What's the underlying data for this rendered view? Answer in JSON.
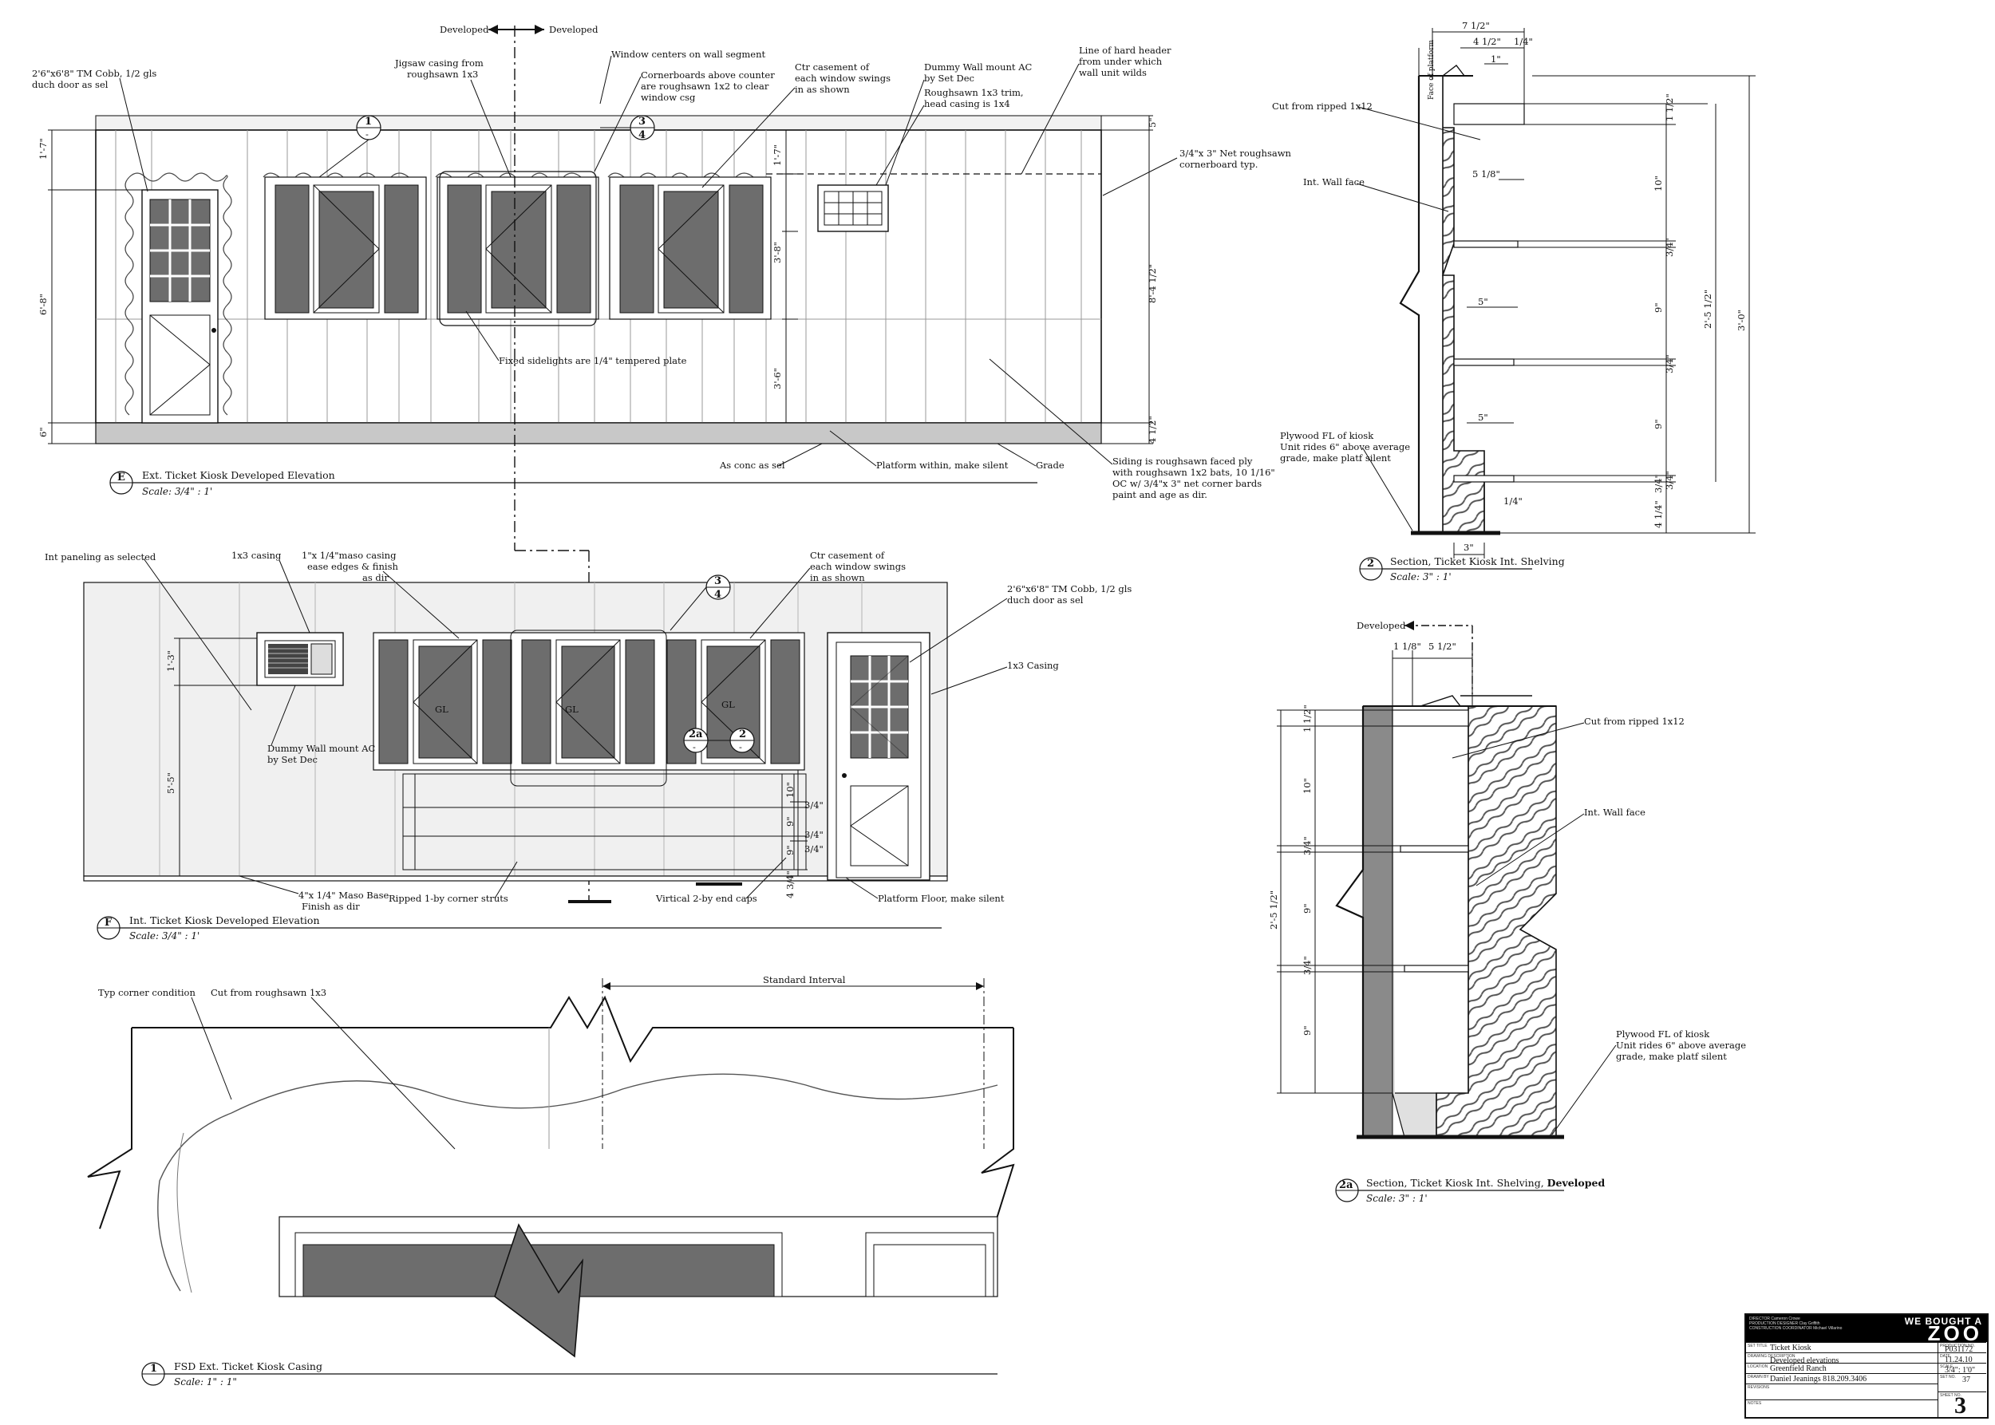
{
  "elevation_e": {
    "bubble": "E",
    "title": "Ext. Ticket Kiosk Developed Elevation",
    "scale": "Scale:  3/4\" : 1'",
    "notes": {
      "door": [
        "2'6\"x6'8\" TM Cobb, 1/2 gls",
        "duch door as sel"
      ],
      "jigsaw": [
        "Jigsaw casing from",
        "roughsawn 1x3"
      ],
      "window_centers": "Window centers on wall segment",
      "cornerboards": [
        "Cornerboards above counter",
        "are roughsawn 1x2 to clear",
        "window csg"
      ],
      "ctr_casement": [
        "Ctr casement of",
        "each window swings",
        "in as shown"
      ],
      "dummy_ac": [
        "Dummy Wall mount AC",
        "by Set Dec"
      ],
      "roughsawn_trim": [
        "Roughsawn 1x3 trim,",
        "head casing is 1x4"
      ],
      "header": [
        "Line of hard header",
        "from under which",
        "wall unit wilds"
      ],
      "cornerboard_net": [
        "3/4\"x 3\" Net roughsawn",
        "cornerboard typ."
      ],
      "sidelights": "Fixed sidelights are  1/4\" tempered plate",
      "conc": "As conc as sel",
      "platform": "Platform within, make silent",
      "grade": "Grade",
      "siding": [
        "Siding is roughsawn faced ply",
        "with roughsawn 1x2 bats, 10 1/16\"",
        "OC w/ 3/4\"x 3\" net corner bards",
        "paint and age as dir."
      ]
    },
    "dims": {
      "d1": "1'-7\"",
      "d2": "6'-8\"",
      "d3": "6\"",
      "d4": "5\"",
      "d5": "8'-4 1/2\"",
      "d6": "4 1/2\"",
      "d7": "1'-7\"",
      "d8": "3'-8\"",
      "d9": "3'-6\""
    },
    "tags": {
      "t1_top": "1",
      "t1_bot": "-",
      "t2_top": "3",
      "t2_bot": "4"
    }
  },
  "developed_labels": {
    "left": "Developed",
    "right": "Developed"
  },
  "elevation_f": {
    "bubble": "F",
    "title": "Int. Ticket Kiosk Developed Elevation",
    "scale": "Scale:  3/4\" : 1'",
    "notes": {
      "paneling": "Int paneling as selected",
      "casing1x3": "1x3 casing",
      "maso_casing": [
        "1\"x 1/4\"maso casing",
        "ease edges & finish",
        "as dir"
      ],
      "ctr_casement": [
        "Ctr casement of",
        "each window swings",
        "in as shown"
      ],
      "door": [
        "2'6\"x6'8\" TM Cobb, 1/2 gls",
        "duch door as sel"
      ],
      "casing": "1x3 Casing",
      "dummy_ac": [
        "Dummy Wall mount AC",
        "by Set Dec"
      ],
      "maso_base": [
        "4\"x 1/4\" Maso Base",
        "Finish as dir"
      ],
      "struts": "Ripped 1-by corner struts",
      "end_caps": "Virtical 2-by end caps",
      "platform_floor": "Platform Floor, make silent",
      "gl": "GL"
    },
    "dims": {
      "d1": "1'-3\"",
      "d2": "5'-5\"",
      "d3": "3/4\"",
      "d4": "10\"",
      "d5": "3/4\"",
      "d6": "9\"",
      "d7": "3/4\"",
      "d8": "9\"",
      "d9": "4 3/4\""
    },
    "tags": {
      "t1_top": "3",
      "t1_bot": "4",
      "t2_top": "2a",
      "t2_bot": "-",
      "t3_top": "2",
      "t3_bot": "-"
    }
  },
  "detail_1": {
    "bubble": "1",
    "title": "FSD Ext. Ticket Kiosk Casing",
    "scale": "Scale:  1\" : 1\"",
    "notes": {
      "corner": "Typ corner condition",
      "cut": "Cut from roughsawn 1x3",
      "interval": "Standard Interval"
    }
  },
  "section_2": {
    "bubble": "2",
    "title": "Section, Ticket Kiosk Int. Shelving",
    "scale": "Scale:  3\" : 1'",
    "notes": {
      "cut": "Cut from ripped 1x12",
      "wall": "Int. Wall face",
      "plywood": [
        "Plywood FL of kiosk",
        "Unit  rides 6\" above average",
        "grade, make platf silent"
      ],
      "face_of_platform": "Face of platform"
    },
    "dims": {
      "w1": "7 1/2\"",
      "w2": "4 1/2\"",
      "w3": "1/4\"",
      "w4": "1\"",
      "w5": "5 1/8\"",
      "w6": "5\"",
      "w7": "5\"",
      "w8": "1/4\"",
      "w9": "3\"",
      "h1": "1 1/2\"",
      "h2": "10\"",
      "h3": "3/4\"",
      "h4": "9\"",
      "h5": "3/4\"",
      "h6": "9\"",
      "h7": "3/4\"",
      "h8": "4 1/4\"",
      "h9": "3/4\"",
      "total1": "2'-5 1/2\"",
      "total2": "3'-0\""
    }
  },
  "section_2a": {
    "bubble": "2a",
    "title": "Section, Ticket Kiosk Int. Shelving,",
    "title_bold": "Developed",
    "scale": "Scale:  3\" : 1'",
    "developed": "Developed",
    "notes": {
      "cut": "Cut from ripped 1x12",
      "wall": "Int. Wall face",
      "plywood": [
        "Plywood FL of kiosk",
        "Unit  rides 6\" above average",
        "grade, make platf silent"
      ]
    },
    "dims": {
      "w1": "1 1/8\"",
      "w2": "5 1/2\"",
      "h1": "1 1/2\"",
      "h2": "10\"",
      "h3": "3/4\"",
      "h4": "9\"",
      "h5": "3/4\"",
      "h6": "9\"",
      "total": "2'-5 1/2\""
    }
  },
  "title_block": {
    "logo_line1": "WE BOUGHT A",
    "logo_line2": "ZOO",
    "credits": [
      "DIRECTOR  Cameron Crowe",
      "PRODUCTION DESIGNER  Clay Griffith",
      "CONSTRUCTION COORDINATOR  Michael Villarino"
    ],
    "set_title": "Ticket Kiosk",
    "description": "Developed elevations",
    "location": "Greenfield Ranch",
    "drawn_by": "Daniel Jeanings 818.209.3406",
    "production_no": "P031172",
    "date": "11.24.10",
    "scale": "3/4\": 1'0\"",
    "set_no": "37",
    "sheet_no": "3",
    "labels": {
      "set_title": "SET TITLE",
      "description": "DRAWING DESCRIPTION",
      "location": "LOCATION",
      "drawn_by": "DRAWN BY",
      "revisions": "REVISIONS",
      "notes": "NOTES",
      "production_no": "PRODUCTION NO.",
      "date": "DATE",
      "scale": "SCALE",
      "set_no": "SET NO.",
      "sheet_no": "SHEET NO."
    }
  }
}
